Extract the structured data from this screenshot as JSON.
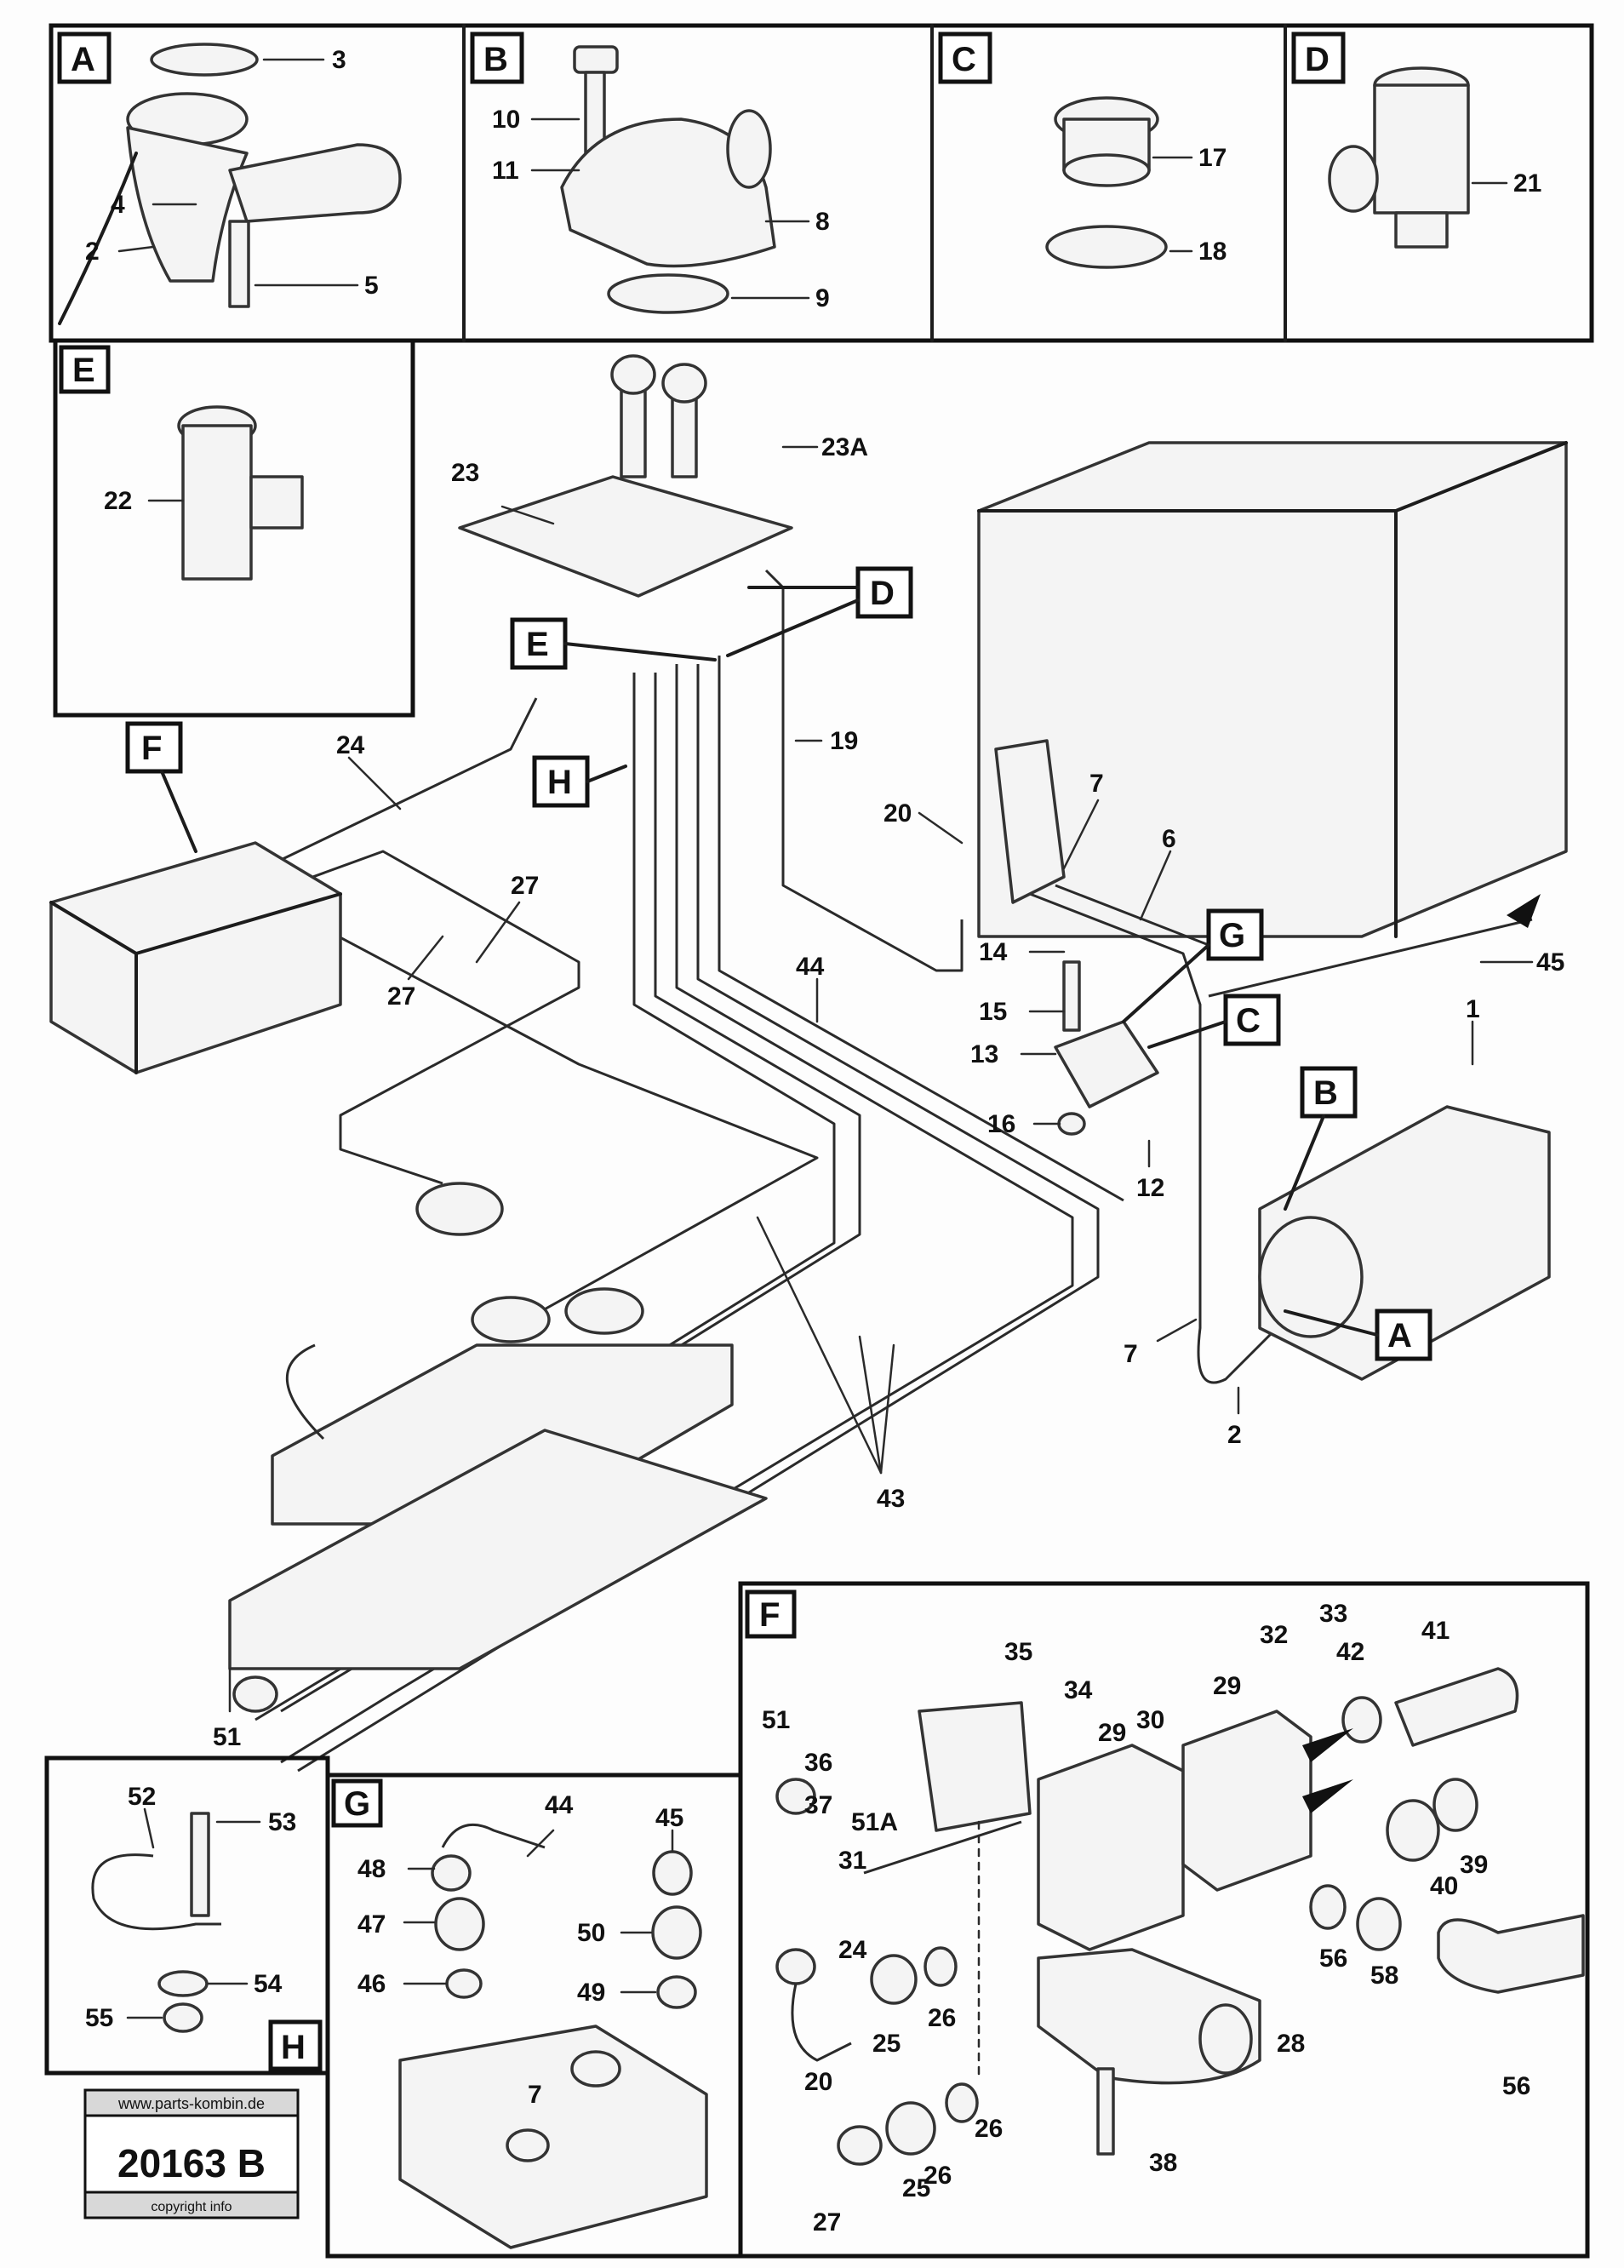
{
  "diagram": {
    "panels": {
      "A": {
        "label": "A",
        "callouts": [
          "3",
          "4",
          "2",
          "5"
        ]
      },
      "B": {
        "label": "B",
        "callouts": [
          "10",
          "11",
          "8",
          "9"
        ]
      },
      "C": {
        "label": "C",
        "callouts": [
          "17",
          "18"
        ]
      },
      "D": {
        "label": "D",
        "callouts": [
          "21"
        ]
      },
      "E": {
        "label": "E",
        "callouts": [
          "22"
        ]
      },
      "F": {
        "label": "F",
        "callouts": [
          "51",
          "36",
          "37",
          "51A",
          "31",
          "24",
          "20",
          "25",
          "26",
          "26",
          "26",
          "25",
          "27",
          "35",
          "34",
          "29",
          "30",
          "29",
          "28",
          "38",
          "32",
          "33",
          "42",
          "41",
          "40",
          "39",
          "56",
          "58",
          "56"
        ]
      },
      "G": {
        "label": "G",
        "callouts": [
          "44",
          "48",
          "45",
          "47",
          "50",
          "46",
          "49",
          "7"
        ]
      },
      "H": {
        "label": "H",
        "callouts": [
          "52",
          "53",
          "54",
          "55"
        ]
      }
    },
    "main": {
      "tags": [
        "D",
        "E",
        "H",
        "F",
        "G",
        "C",
        "B",
        "A"
      ],
      "callouts": [
        "23",
        "23A",
        "19",
        "24",
        "27",
        "27",
        "20",
        "7",
        "6",
        "1",
        "45",
        "44",
        "14",
        "15",
        "13",
        "16",
        "12",
        "7",
        "2",
        "43",
        "51"
      ]
    },
    "reference_box": {
      "top_text": "www.parts-kombin.de",
      "id": "20163 B",
      "bottom_text": "copyright info"
    }
  }
}
